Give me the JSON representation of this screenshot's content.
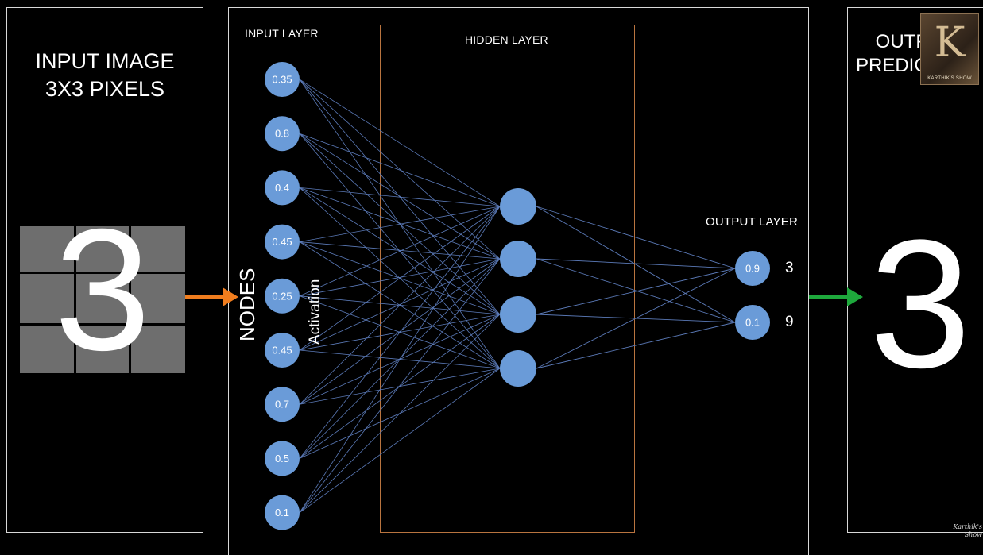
{
  "left_panel": {
    "title_line1": "INPUT IMAGE",
    "title_line2": "3X3 PIXELS",
    "image_digit": "3"
  },
  "middle_panel": {
    "input_layer_label": "INPUT LAYER",
    "hidden_layer_label": "HIDDEN LAYER",
    "output_layer_label": "OUTPUT LAYER",
    "nodes_label": "NODES",
    "activation_label": "Activation",
    "input_values": [
      "0.35",
      "0.8",
      "0.4",
      "0.45",
      "0.25",
      "0.45",
      "0.7",
      "0.5",
      "0.1"
    ],
    "hidden_node_count": 4,
    "output_values": [
      "0.9",
      "0.1"
    ],
    "output_classes": [
      "3",
      "9"
    ]
  },
  "right_panel": {
    "title_line1": "OUTPUT",
    "title_line2": "PREDICTION",
    "predicted_digit": "3"
  },
  "branding": {
    "logo_letter": "K",
    "logo_caption": "KARTHIK'S SHOW",
    "watermark_line1": "Karthik's",
    "watermark_line2": "Show"
  },
  "colors": {
    "background": "#000000",
    "node_fill": "#6a9bd8",
    "connection": "#5b7ab8",
    "hidden_box": "#b9743f",
    "arrow_in": "#f07d1e",
    "arrow_out": "#1ea83c",
    "pixel_gray": "#6e6e6e"
  }
}
